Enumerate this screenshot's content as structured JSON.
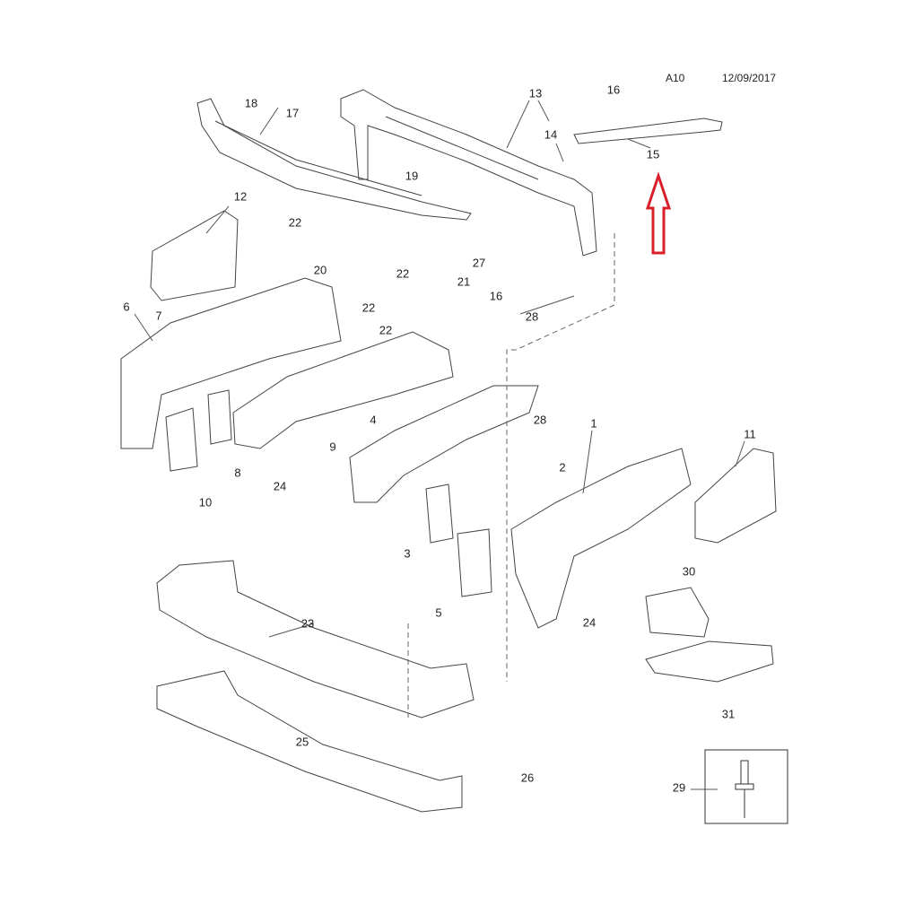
{
  "header": {
    "page_code": "A10",
    "date": "12/09/2017"
  },
  "callouts": [
    "13",
    "16",
    "18",
    "17",
    "14",
    "15",
    "19",
    "12",
    "22",
    "22",
    "20",
    "21",
    "27",
    "16",
    "22",
    "28",
    "6",
    "7",
    "22",
    "9",
    "4",
    "28",
    "1",
    "11",
    "2",
    "24",
    "8",
    "10",
    "3",
    "5",
    "30",
    "24",
    "23",
    "31",
    "25",
    "26",
    "29"
  ],
  "colors": {
    "arrow": "#d9202a",
    "lines": "#333333"
  },
  "icons": [
    "up-arrow-icon",
    "rivet-icon"
  ]
}
